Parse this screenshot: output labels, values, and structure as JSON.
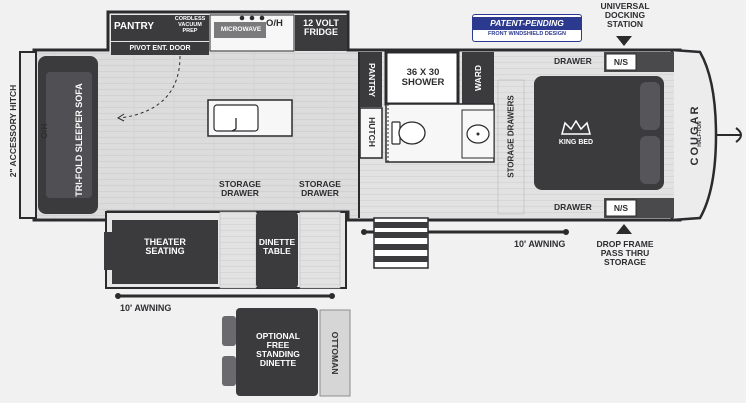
{
  "floorplan": {
    "labels": {
      "pantry_top": "PANTRY",
      "cordless_vacuum": "CORDLESS VACUUM PREP",
      "microwave": "MICROWAVE",
      "oh_top": "O/H",
      "fridge": "12 VOLT FRIDGE",
      "pivot_door": "PIVOT ENT. DOOR",
      "pantry_side": "PANTRY",
      "hutch": "HUTCH",
      "shower": "36 X 30 SHOWER",
      "ward": "WARD",
      "storage_drawers_vertical": "STORAGE DRAWERS",
      "drawer_top": "DRAWER",
      "ns_top": "N/S",
      "drawer_bottom": "DRAWER",
      "ns_bottom": "N/S",
      "king_bed": "KING BED",
      "universal_docking": "UNIVERSAL DOCKING STATION",
      "drop_frame": "DROP FRAME PASS THRU STORAGE",
      "accessory_hitch": "2\" ACCESSORY HITCH",
      "oh_left": "O/H",
      "sofa": "TRI-FOLD SLEEPER SOFA",
      "storage_drawer_1": "STORAGE DRAWER",
      "storage_drawer_2": "STORAGE DRAWER",
      "theater": "THEATER SEATING",
      "dinette_table": "DINETTE TABLE",
      "awning_left": "10' AWNING",
      "awning_right": "10' AWNING",
      "optional_dinette": "OPTIONAL FREE STANDING DINETTE",
      "ottoman": "OTTOMAN",
      "cougar": "COUGAR",
      "half_ton": "HALF-TON"
    },
    "badge": {
      "line1": "PATENT-PENDING DESIGN",
      "line2": "FRONT WINDSHIELD DESIGN"
    },
    "icons": [
      "crown-icon",
      "toilet-icon",
      "sink-icon",
      "arrow-down-icon",
      "arrow-up-icon",
      "door-swing-icon",
      "hitch-icon"
    ],
    "colors": {
      "furniture_dark": "#3b3a3d",
      "floor_wood": "#d9d9da",
      "wall": "#2b2b2e",
      "badge_blue": "#2b3a8f"
    }
  }
}
